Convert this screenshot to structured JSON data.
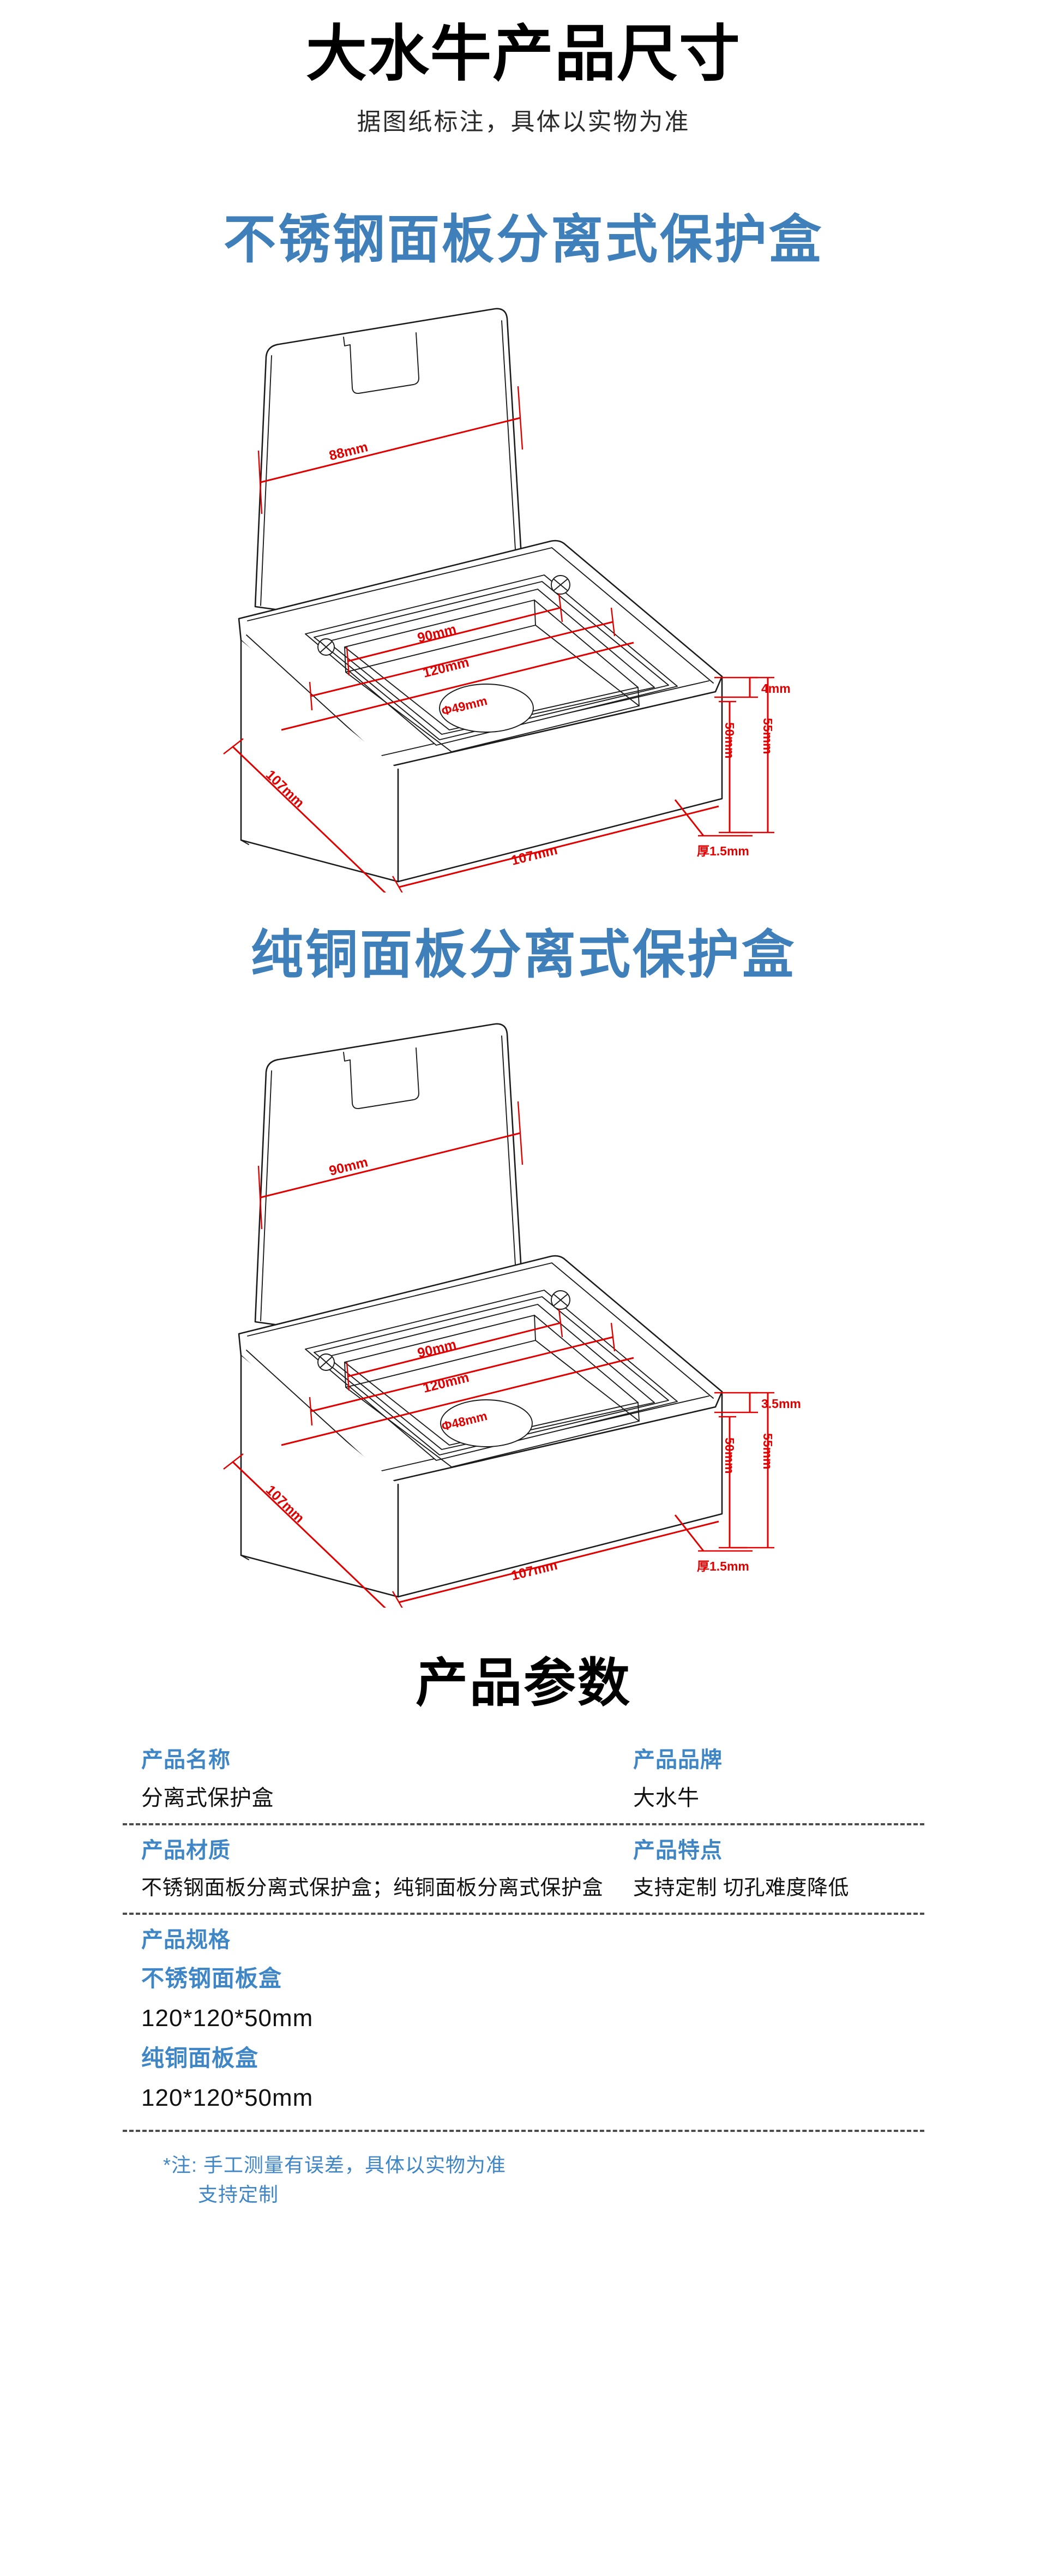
{
  "header": {
    "title": "大水牛产品尺寸",
    "subtitle": "据图纸标注，具体以实物为准"
  },
  "sections": [
    {
      "heading": "不锈钢面板分离式保护盒",
      "dims": {
        "lid": "88mm",
        "inner_top": "90mm",
        "outer_top": "120mm",
        "hole": "Φ49mm",
        "flange": "4mm",
        "depth": "50mm",
        "total_height": "55mm",
        "side_left": "107mm",
        "side_front": "107mm",
        "thickness": "厚1.5mm"
      }
    },
    {
      "heading": "纯铜面板分离式保护盒",
      "dims": {
        "lid": "90mm",
        "inner_top": "90mm",
        "outer_top": "120mm",
        "hole": "Φ48mm",
        "flange": "3.5mm",
        "depth": "50mm",
        "total_height": "55mm",
        "side_left": "107mm",
        "side_front": "107mm",
        "thickness": "厚1.5mm"
      }
    }
  ],
  "params": {
    "heading": "产品参数",
    "rows": [
      {
        "left_label": "产品名称",
        "left_value": "分离式保护盒",
        "right_label": "产品品牌",
        "right_value": "大水牛"
      },
      {
        "left_label": "产品材质",
        "left_value": "不锈钢面板分离式保护盒；纯铜面板分离式保护盒",
        "right_label": "产品特点",
        "right_value": "支持定制 切孔难度降低"
      }
    ],
    "spec": {
      "label": "产品规格",
      "items": [
        {
          "name": "不锈钢面板盒",
          "value": "120*120*50mm"
        },
        {
          "name": "纯铜面板盒",
          "value": "120*120*50mm"
        }
      ]
    },
    "footnote_line1": "*注: 手工测量有误差，具体以实物为准",
    "footnote_line2": "支持定制"
  },
  "colors": {
    "accent_blue": "#3f86c6",
    "heading_blue": "#3f7fba",
    "dimension_red": "#e00000",
    "line_black": "#1b1b1b"
  }
}
